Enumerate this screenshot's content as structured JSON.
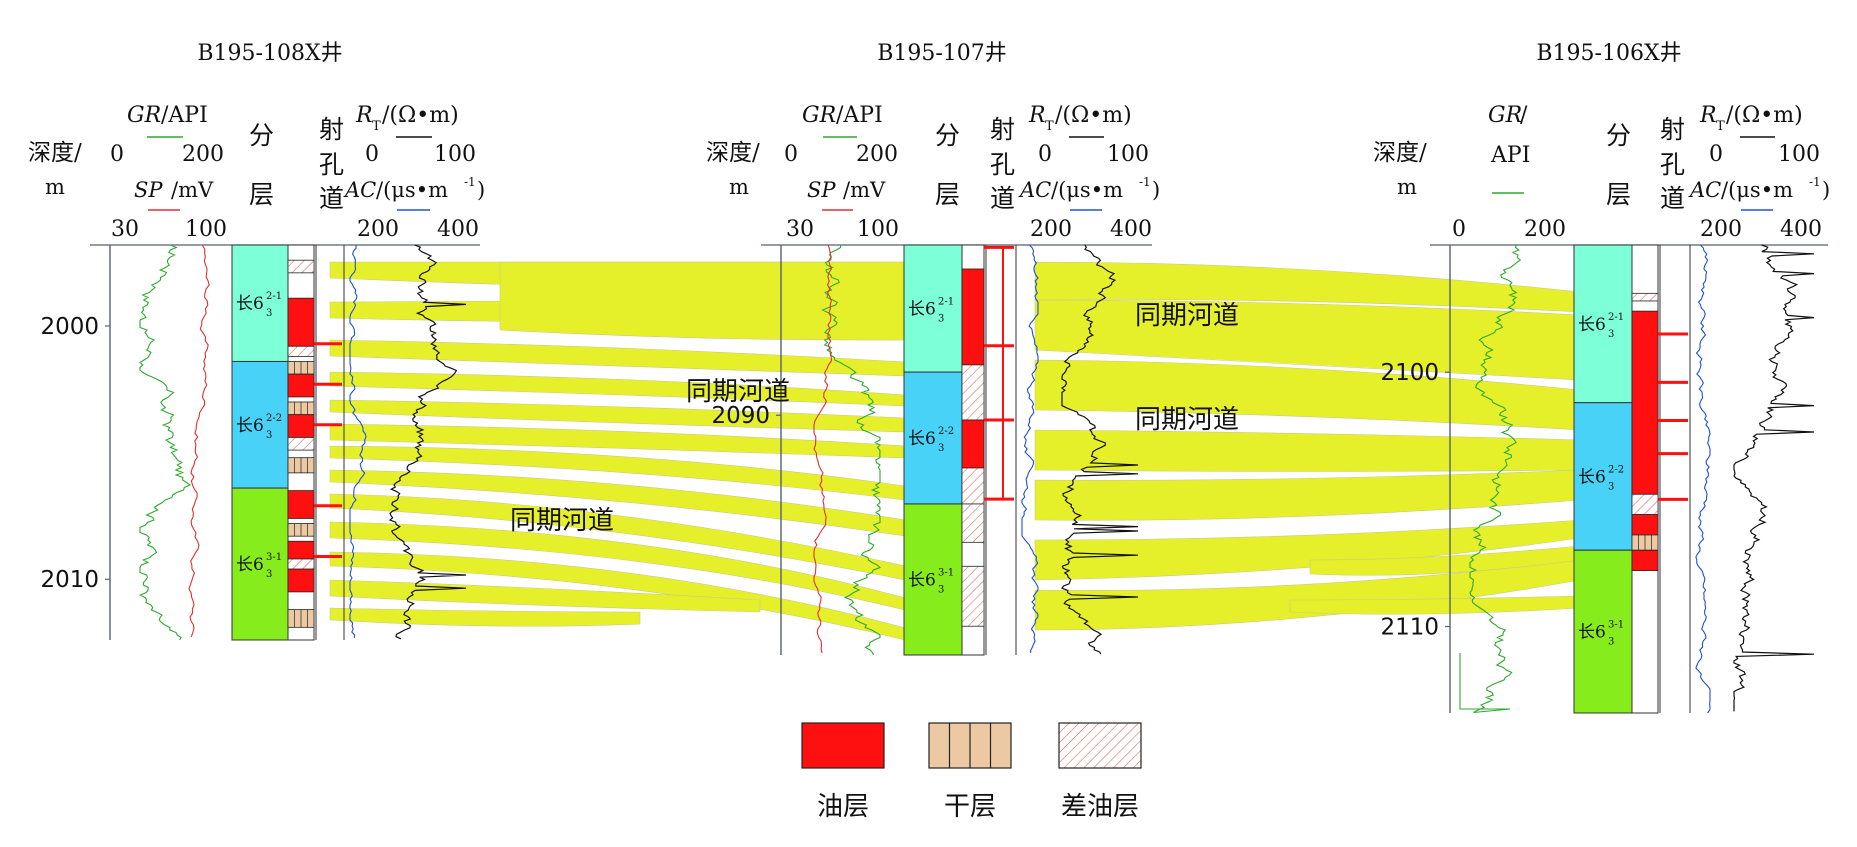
{
  "colors": {
    "oil": "#ff1010",
    "dry": "#ecc9a3",
    "poor_oil_hatch": "#e0605a",
    "channel": "#e6f02a",
    "zone_upper": "#7dffd8",
    "zone_mid": "#48d2f8",
    "zone_lower": "#86ec1c",
    "gr": "#2ea82e",
    "sp": "#e03030",
    "rt": "#111111",
    "ac": "#2050d8",
    "axis": "#556270"
  },
  "channel_label": "同期河道",
  "legend": [
    {
      "key": "oil",
      "label": "油层"
    },
    {
      "key": "dry",
      "label": "干层"
    },
    {
      "key": "poor",
      "label": "差油层"
    }
  ],
  "wells": [
    {
      "name": "B195-108X井",
      "depth_label_1": "深度/",
      "depth_label_2": "m",
      "gr_name": "GR",
      "gr_unit": "/API",
      "gr_min": "0",
      "gr_max": "200",
      "sp_name": "SP",
      "sp_unit": "/mV",
      "sp_min": "30",
      "sp_max": "100",
      "layer_label_1": "分",
      "layer_label_2": "层",
      "perf_label_1": "射",
      "perf_label_2": "孔",
      "perf_label_3": "道",
      "rt_name": "R",
      "rt_sub": "T",
      "rt_unit": "/(Ω•m)",
      "rt_min": "0",
      "rt_max": "100",
      "ac_name": "AC",
      "ac_unit": "/(μs•m",
      "ac_exp": "-1",
      "ac_close": ")",
      "ac_min": "200",
      "ac_max": "400",
      "depth_ticks": [
        {
          "value": "2000",
          "depth": 2000
        },
        {
          "value": "2010",
          "depth": 2010
        }
      ],
      "depth_range": [
        1996.8,
        2012.4
      ],
      "zones": [
        {
          "base": "长6",
          "sub": "3",
          "sup": "2-1",
          "top": 1996.8,
          "bottom": 2001.4,
          "kind": "upper"
        },
        {
          "base": "长6",
          "sub": "3",
          "sup": "2-2",
          "top": 2001.4,
          "bottom": 2006.4,
          "kind": "mid"
        },
        {
          "base": "长6",
          "sub": "3",
          "sup": "3-1",
          "top": 2006.4,
          "bottom": 2012.4,
          "kind": "lower"
        }
      ],
      "beds": [
        {
          "top": 1997.4,
          "bottom": 1997.9,
          "kind": "poor"
        },
        {
          "top": 1998.9,
          "bottom": 2000.8,
          "kind": "oil"
        },
        {
          "top": 2000.8,
          "bottom": 2001.2,
          "kind": "poor"
        },
        {
          "top": 2001.4,
          "bottom": 2001.9,
          "kind": "dry"
        },
        {
          "top": 2001.9,
          "bottom": 2002.8,
          "kind": "oil"
        },
        {
          "top": 2003.0,
          "bottom": 2003.5,
          "kind": "dry"
        },
        {
          "top": 2003.5,
          "bottom": 2004.4,
          "kind": "oil"
        },
        {
          "top": 2004.4,
          "bottom": 2004.9,
          "kind": "poor"
        },
        {
          "top": 2005.2,
          "bottom": 2005.8,
          "kind": "dry"
        },
        {
          "top": 2006.5,
          "bottom": 2007.6,
          "kind": "oil"
        },
        {
          "top": 2007.8,
          "bottom": 2008.3,
          "kind": "dry"
        },
        {
          "top": 2008.5,
          "bottom": 2009.2,
          "kind": "oil"
        },
        {
          "top": 2009.2,
          "bottom": 2009.6,
          "kind": "poor"
        },
        {
          "top": 2009.6,
          "bottom": 2010.5,
          "kind": "oil"
        },
        {
          "top": 2011.2,
          "bottom": 2011.9,
          "kind": "dry"
        }
      ],
      "perfs": [
        2000.7,
        2002.3,
        2003.9,
        2007.1,
        2009.1
      ]
    },
    {
      "name": "B195-107井",
      "depth_label_1": "深度/",
      "depth_label_2": "m",
      "gr_name": "GR",
      "gr_unit": "/API",
      "gr_min": "0",
      "gr_max": "200",
      "sp_name": "SP",
      "sp_unit": "/mV",
      "sp_min": "30",
      "sp_max": "100",
      "layer_label_1": "分",
      "layer_label_2": "层",
      "perf_label_1": "射",
      "perf_label_2": "孔",
      "perf_label_3": "道",
      "rt_name": "R",
      "rt_sub": "T",
      "rt_unit": "/(Ω•m)",
      "rt_min": "0",
      "rt_max": "100",
      "ac_name": "AC",
      "ac_unit": "/(μs•m",
      "ac_exp": "-1",
      "ac_close": ")",
      "ac_min": "200",
      "ac_max": "400",
      "depth_ticks": [
        {
          "value": "2090",
          "depth": 2090
        }
      ],
      "depth_range": [
        2082.9,
        2100.0
      ],
      "zones": [
        {
          "base": "长6",
          "sub": "3",
          "sup": "2-1",
          "top": 2082.9,
          "bottom": 2088.2,
          "kind": "upper"
        },
        {
          "base": "长6",
          "sub": "3",
          "sup": "2-2",
          "top": 2088.2,
          "bottom": 2093.7,
          "kind": "mid"
        },
        {
          "base": "长6",
          "sub": "3",
          "sup": "3-1",
          "top": 2093.7,
          "bottom": 2100.0,
          "kind": "lower"
        }
      ],
      "beds": [
        {
          "top": 2083.9,
          "bottom": 2087.9,
          "kind": "oil"
        },
        {
          "top": 2087.9,
          "bottom": 2090.2,
          "kind": "poor"
        },
        {
          "top": 2090.2,
          "bottom": 2092.2,
          "kind": "oil"
        },
        {
          "top": 2092.2,
          "bottom": 2093.7,
          "kind": "poor"
        },
        {
          "top": 2093.7,
          "bottom": 2095.3,
          "kind": "poor"
        },
        {
          "top": 2096.3,
          "bottom": 2098.8,
          "kind": "poor"
        }
      ],
      "perfs": [
        2083.0,
        2087.1,
        2090.2,
        2093.5
      ]
    },
    {
      "name": "B195-106X井",
      "depth_label_1": "深度/",
      "depth_label_2": "m",
      "gr_name": "GR",
      "gr_unit": "/",
      "gr_unit_2": "API",
      "gr_min": "0",
      "gr_max": "200",
      "sp_name": "",
      "sp_unit": "",
      "sp_min": "",
      "sp_max": "",
      "layer_label_1": "分",
      "layer_label_2": "层",
      "perf_label_1": "射",
      "perf_label_2": "孔",
      "perf_label_3": "道",
      "rt_name": "R",
      "rt_sub": "T",
      "rt_unit": "/(Ω•m)",
      "rt_min": "0",
      "rt_max": "100",
      "ac_name": "AC",
      "ac_unit": "/(μs•m",
      "ac_exp": "-1",
      "ac_close": ")",
      "ac_min": "200",
      "ac_max": "400",
      "depth_ticks": [
        {
          "value": "2100",
          "depth": 2100
        },
        {
          "value": "2110",
          "depth": 2110
        }
      ],
      "depth_range": [
        2095.0,
        2113.4
      ],
      "zones": [
        {
          "base": "长6",
          "sub": "3",
          "sup": "2-1",
          "top": 2095.0,
          "bottom": 2101.2,
          "kind": "upper"
        },
        {
          "base": "长6",
          "sub": "3",
          "sup": "2-2",
          "top": 2101.2,
          "bottom": 2107.0,
          "kind": "mid"
        },
        {
          "base": "长6",
          "sub": "3",
          "sup": "3-1",
          "top": 2107.0,
          "bottom": 2113.4,
          "kind": "lower"
        }
      ],
      "beds": [
        {
          "top": 2096.9,
          "bottom": 2097.2,
          "kind": "poor"
        },
        {
          "top": 2097.6,
          "bottom": 2104.8,
          "kind": "oil"
        },
        {
          "top": 2104.8,
          "bottom": 2105.6,
          "kind": "poor"
        },
        {
          "top": 2105.6,
          "bottom": 2106.4,
          "kind": "oil"
        },
        {
          "top": 2106.4,
          "bottom": 2107.0,
          "kind": "dry"
        },
        {
          "top": 2107.0,
          "bottom": 2107.8,
          "kind": "oil"
        }
      ],
      "perfs": [
        2098.5,
        2100.4,
        2101.9,
        2103.2,
        2105.0
      ]
    }
  ]
}
